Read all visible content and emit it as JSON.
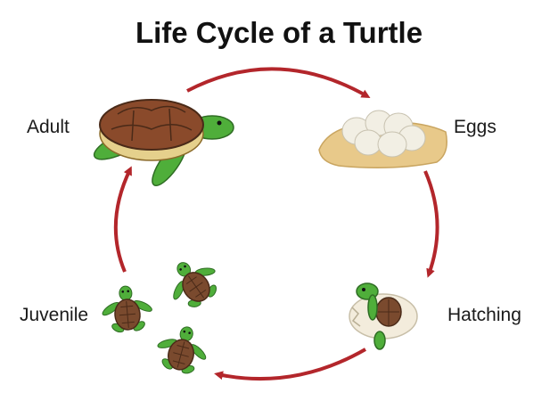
{
  "title": "Life Cycle of a Turtle",
  "stages": {
    "adult": "Adult",
    "eggs": "Eggs",
    "hatching": "Hatching",
    "juvenile": "Juvenile"
  },
  "colors": {
    "arrow": "#b3262b",
    "shell": "#8a4a2b",
    "skin": "#4fae3a",
    "sand": "#e8c98a",
    "egg": "#f2efe4"
  },
  "icons": [
    "adult-turtle",
    "egg-clutch",
    "hatchling-turtle",
    "juvenile-turtle"
  ]
}
